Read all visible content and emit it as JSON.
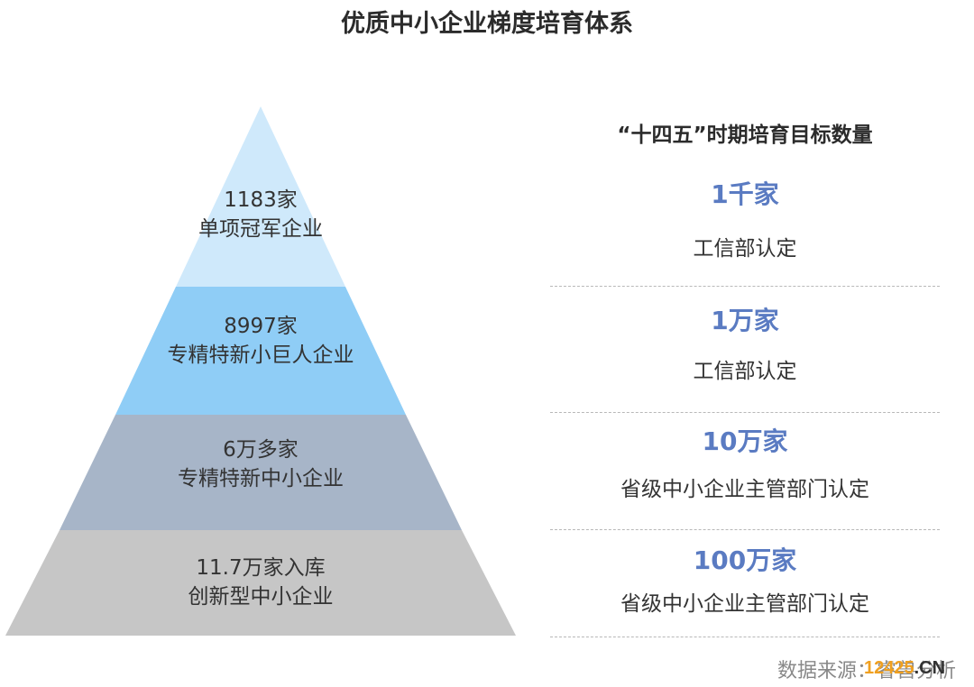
{
  "title": "优质中小企业梯度培育体系",
  "pyramid": {
    "tiers": [
      {
        "count": "1183家",
        "name": "单项冠军企业",
        "color": "#cfe9fb"
      },
      {
        "count": "8997家",
        "name": "专精特新小巨人企业",
        "color": "#8fcdf6"
      },
      {
        "count": "6万多家",
        "name": "专精特新中小企业",
        "color": "#a7b5c8"
      },
      {
        "count": "11.7万家入库",
        "name": "创新型中小企业",
        "color": "#c6c6c6"
      }
    ]
  },
  "targets": {
    "heading": "“十四五”时期培育目标数量",
    "items": [
      {
        "value": "1千家",
        "label": "工信部认定"
      },
      {
        "value": "1万家",
        "label": "工信部认定"
      },
      {
        "value": "10万家",
        "label": "省级中小企业主管部门认定"
      },
      {
        "value": "100万家",
        "label": "省级中小企业主管部门认定"
      }
    ],
    "value_color": "#5a7bc2"
  },
  "source": "数据来源：睿兽分析",
  "watermark": {
    "number": "12425",
    "suffix": ".CN"
  }
}
